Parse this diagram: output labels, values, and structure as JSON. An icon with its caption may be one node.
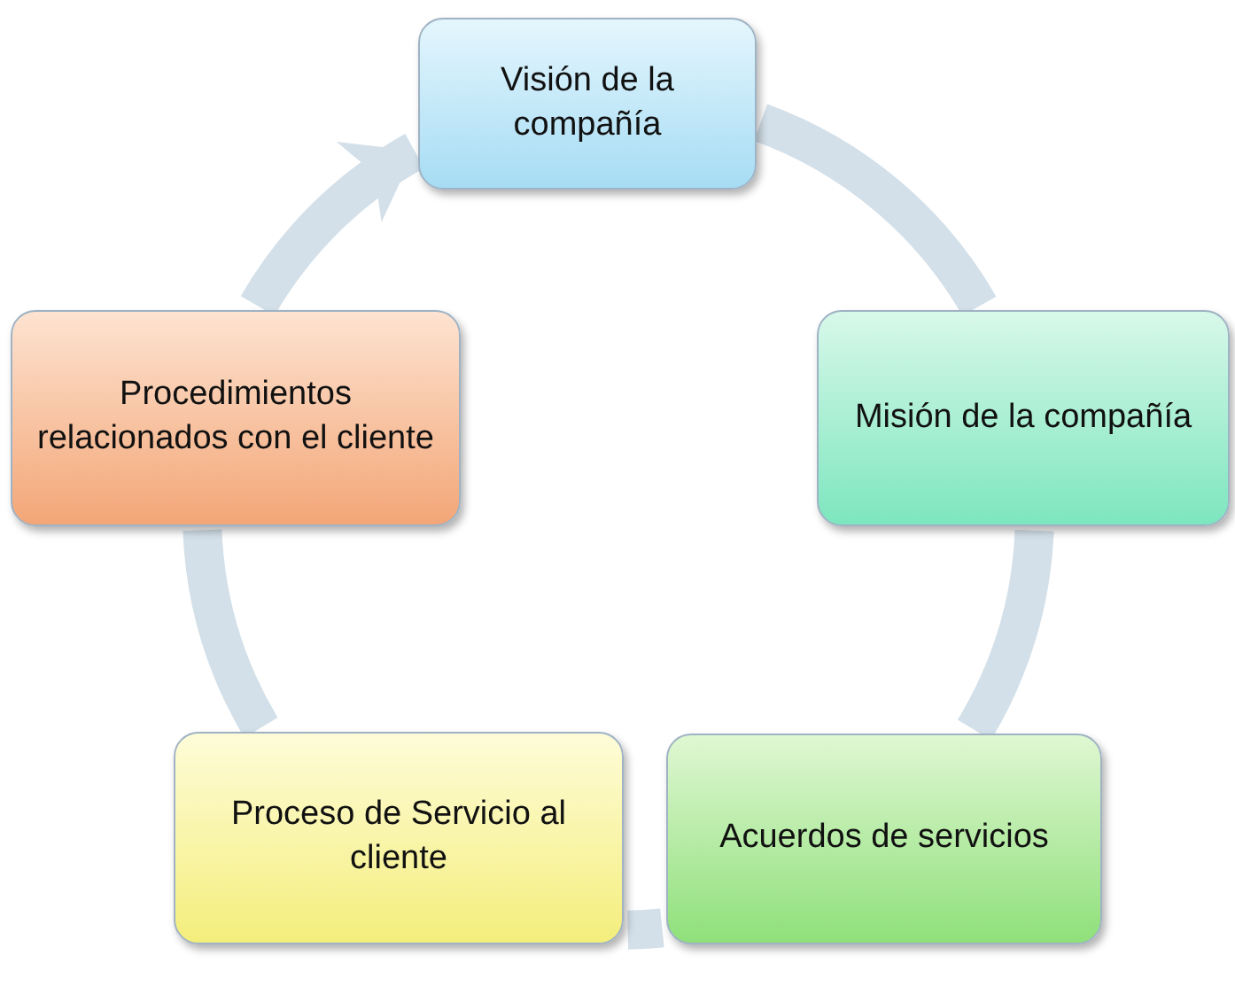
{
  "diagram": {
    "nodes": [
      {
        "text": [
          "Visión de la compañía"
        ]
      },
      {
        "text": [
          "Misión de la compañía"
        ]
      },
      {
        "text": [
          "Acuerdos de servicios"
        ]
      },
      {
        "text": [
          "Proceso de Servicio al  cliente"
        ]
      },
      {
        "text": [
          "Procedimientos relacionados con el cliente"
        ]
      }
    ],
    "edges": [
      {
        "from": 0,
        "to": 1,
        "arrow": "none"
      },
      {
        "from": 1,
        "to": 2,
        "arrow": "none"
      },
      {
        "from": 2,
        "to": 3,
        "arrow": "none"
      },
      {
        "from": 3,
        "to": 4,
        "arrow": "none"
      },
      {
        "from": 4,
        "to": 0,
        "arrow": "to"
      }
    ]
  }
}
